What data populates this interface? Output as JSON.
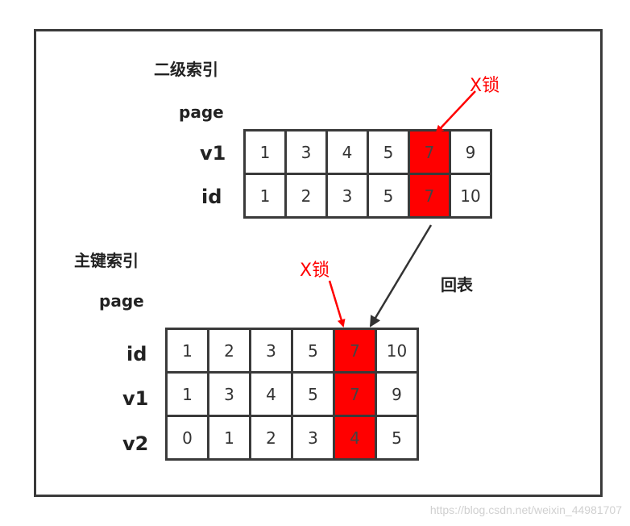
{
  "secondary_index": {
    "title": "二级索引",
    "page_label": "page",
    "rows": [
      {
        "label": "v1",
        "values": [
          "1",
          "3",
          "4",
          "5",
          "7",
          "9"
        ]
      },
      {
        "label": "id",
        "values": [
          "1",
          "2",
          "3",
          "5",
          "7",
          "10"
        ]
      }
    ],
    "highlight_column": 4,
    "lock_label": "X锁"
  },
  "primary_index": {
    "title": "主键索引",
    "page_label": "page",
    "rows": [
      {
        "label": "id",
        "values": [
          "1",
          "2",
          "3",
          "5",
          "7",
          "10"
        ]
      },
      {
        "label": "v1",
        "values": [
          "1",
          "3",
          "4",
          "5",
          "7",
          "9"
        ]
      },
      {
        "label": "v2",
        "values": [
          "0",
          "1",
          "2",
          "3",
          "4",
          "5"
        ]
      }
    ],
    "highlight_column": 4,
    "lock_label": "X锁"
  },
  "back_to_table_label": "回表",
  "highlight_color": "#ff0000",
  "watermark": "https://blog.csdn.net/weixin_44981707"
}
